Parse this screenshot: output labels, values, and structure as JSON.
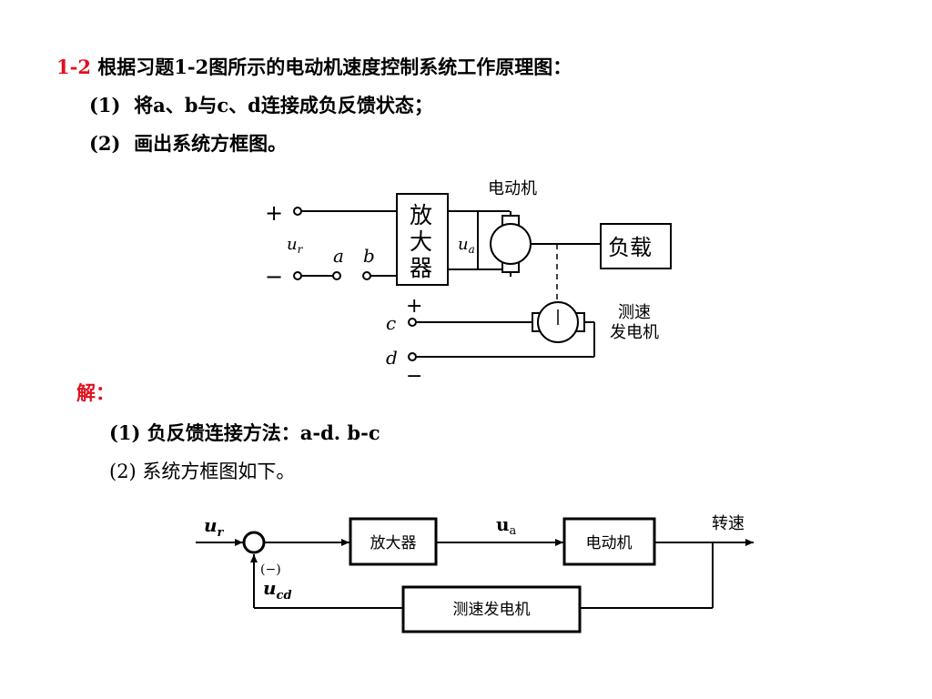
{
  "colors": {
    "accent_red": "#e0111f",
    "ink": "#000000"
  },
  "problem": {
    "number": "1-2",
    "text": "根据习题1-2图所示的电动机速度控制系统工作原理图：",
    "items": [
      {
        "num": "(1)",
        "text": "将a、b与c、d连接成负反馈状态；"
      },
      {
        "num": "(2)",
        "text": "画出系统方框图。"
      }
    ]
  },
  "circuit": {
    "plus": "+",
    "minus": "−",
    "ur": "u",
    "ur_sub": "r",
    "a": "a",
    "b": "b",
    "amp": [
      "放",
      "大",
      "器"
    ],
    "ua": "u",
    "ua_sub": "a",
    "motor": "电动机",
    "load": "负载",
    "c": "c",
    "d": "d",
    "c_plus": "+",
    "d_minus": "−",
    "tach_line1": "测速",
    "tach_line2": "发电机"
  },
  "solution": {
    "label": "解：",
    "line1": "(1) 负反馈连接方法：a-d. b-c",
    "line2": "(2) 系统方框图如下。"
  },
  "block_diagram": {
    "input": "u",
    "input_sub": "r",
    "amp": "放大器",
    "ua": "u",
    "ua_sub": "a",
    "motor": "电动机",
    "output": "转速",
    "neg": "(−)",
    "feedback": "u",
    "feedback_sub": "cd",
    "tach": "测速发电机"
  }
}
